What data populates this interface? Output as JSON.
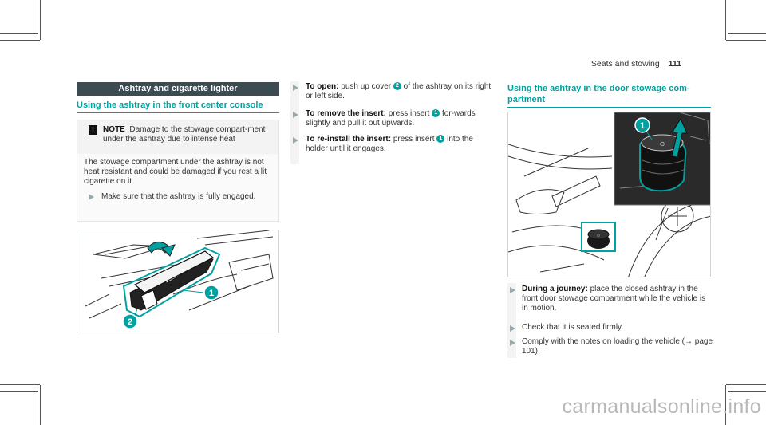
{
  "header": {
    "section": "Seats and stowing",
    "page_number": "111"
  },
  "left": {
    "section_title": "Ashtray and cigarette lighter",
    "subheading": "Using the ashtray in the front center console",
    "note": {
      "icon_char": "!",
      "label": "NOTE",
      "text": "Damage to the stowage compart-ment under the ashtray due to intense heat",
      "body": "The stowage compartment under the ashtray is not heat resistant and could be damaged if you rest a lit cigarette on it.",
      "step": "Make sure that the ashtray is fully engaged."
    },
    "figure_callouts": [
      "1",
      "2"
    ]
  },
  "middle": {
    "steps": [
      {
        "label": "To open:",
        "pre": "push up cover",
        "badge": "2",
        "post": "of the ashtray on its right or left side."
      },
      {
        "label": "To remove the insert:",
        "pre": "press insert",
        "badge": "1",
        "post": "for-wards slightly and pull it out upwards."
      },
      {
        "label": "To re-install the insert:",
        "pre": "press insert",
        "badge": "1",
        "post": "into the holder until it engages."
      }
    ]
  },
  "right": {
    "subheading_line1": "Using the ashtray in the door stowage com-",
    "subheading_line2": "partment",
    "figure_callout": "1",
    "steps": [
      {
        "label": "During a journey:",
        "text": "place the closed ashtray in the front door stowage compartment while the vehicle is in motion."
      },
      {
        "label": "",
        "text": "Check that it is seated firmly."
      },
      {
        "label": "",
        "text": "Comply with the notes on loading the vehicle (→ page 101)."
      }
    ]
  },
  "watermark": "carmanualsonline.info",
  "colors": {
    "accent": "#00a1a1",
    "section_bar": "#3c4a52",
    "bullet": "#9aa8ae"
  }
}
